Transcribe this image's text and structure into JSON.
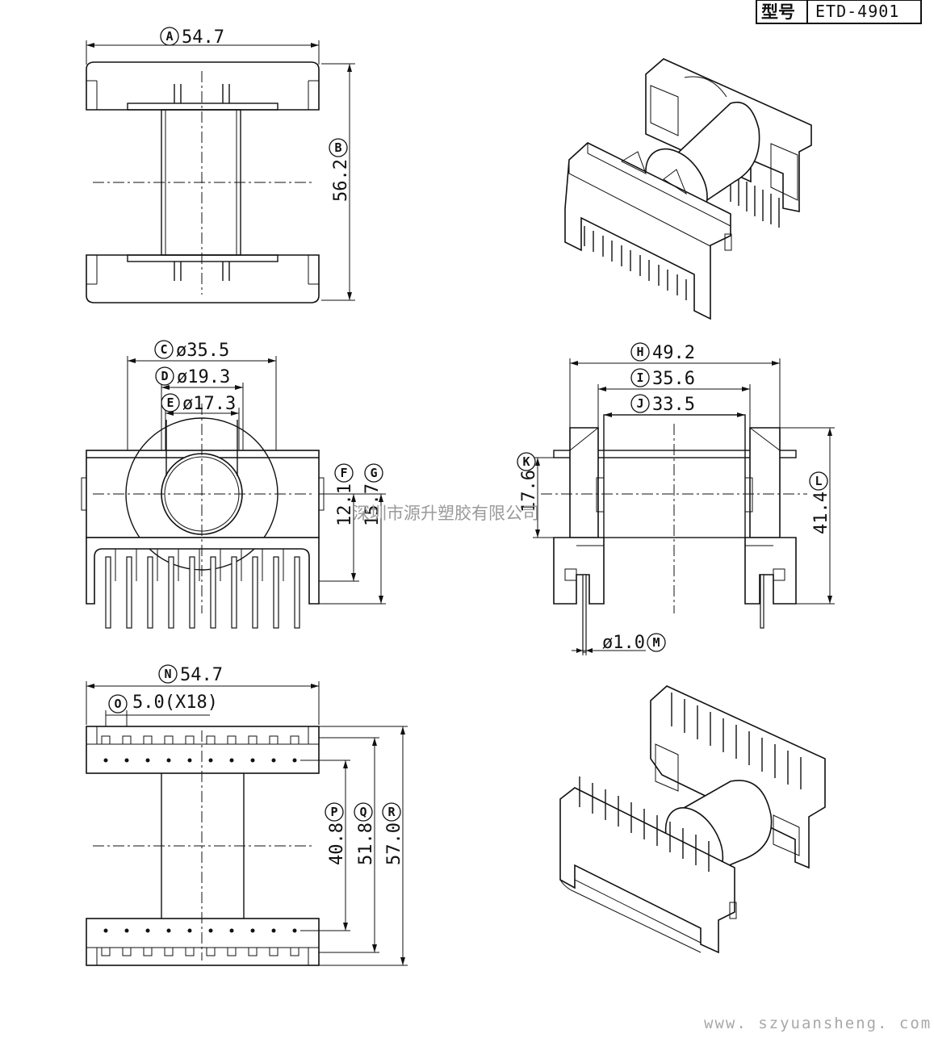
{
  "title_block": {
    "model_label": "型号",
    "model_value": "ETD-4901"
  },
  "dimensions": {
    "A": {
      "letter": "A",
      "value": "54.7"
    },
    "B": {
      "letter": "B",
      "value": "56.2"
    },
    "C": {
      "letter": "C",
      "value": "ø35.5"
    },
    "D": {
      "letter": "D",
      "value": "ø19.3"
    },
    "E": {
      "letter": "E",
      "value": "ø17.3"
    },
    "F": {
      "letter": "F",
      "value": "12.1"
    },
    "G": {
      "letter": "G",
      "value": "15.7"
    },
    "H": {
      "letter": "H",
      "value": "49.2"
    },
    "I": {
      "letter": "I",
      "value": "35.6"
    },
    "J": {
      "letter": "J",
      "value": "33.5"
    },
    "K": {
      "letter": "K",
      "value": "17.6"
    },
    "L": {
      "letter": "L",
      "value": "41.4"
    },
    "M": {
      "letter": "M",
      "value": "ø1.0"
    },
    "N": {
      "letter": "N",
      "value": "54.7"
    },
    "O": {
      "letter": "O",
      "value": "5.0(X18)"
    },
    "P": {
      "letter": "P",
      "value": "40.8"
    },
    "Q": {
      "letter": "Q",
      "value": "51.8"
    },
    "R": {
      "letter": "R",
      "value": "57.0"
    }
  },
  "watermark": "深圳市源升塑胶有限公司",
  "website": "www. szyuansheng. com"
}
